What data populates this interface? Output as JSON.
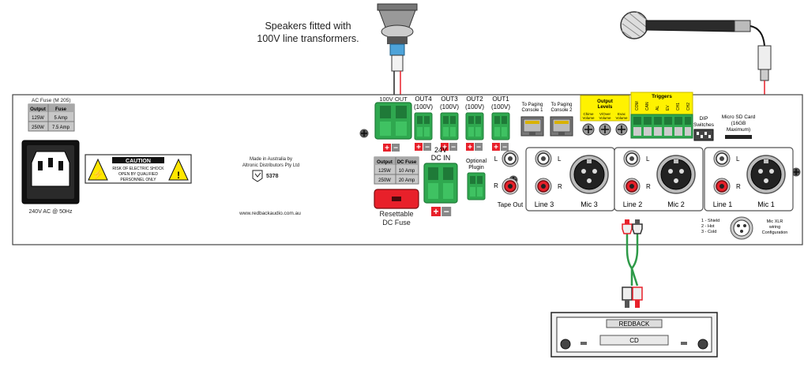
{
  "annotations": {
    "speakers": [
      "Speakers fitted with",
      "100V line transformers."
    ]
  },
  "panel": {
    "fuse_table": {
      "title": "AC Fuse (M 205)",
      "headers": [
        "Output",
        "Fuse"
      ],
      "rows": [
        [
          "125W",
          "5 Amp"
        ],
        [
          "250W",
          "7.5 Amp"
        ]
      ]
    },
    "power_label": "240V AC @ 50Hz",
    "caution": {
      "title": "CAUTION",
      "lines": [
        "RISK OF ELECTRIC SHOCK",
        "OPEN BY QUALIFIED",
        "PERSONNEL ONLY"
      ]
    },
    "maker": [
      "Made in Australia by",
      "Altronic Distributors Pty Ltd"
    ],
    "cert_number": "5378",
    "website": "www.redbackaudio.com.au",
    "out_100v": "100V OUT",
    "outputs": [
      {
        "name": "OUT4",
        "sub": "(100V)"
      },
      {
        "name": "OUT3",
        "sub": "(100V)"
      },
      {
        "name": "OUT2",
        "sub": "(100V)"
      },
      {
        "name": "OUT1",
        "sub": "(100V)"
      }
    ],
    "dc_fuse_table": {
      "headers": [
        "Output",
        "DC Fuse"
      ],
      "rows": [
        [
          "125W",
          "10 Amp"
        ],
        [
          "250W",
          "20 Amp"
        ]
      ]
    },
    "resettable": [
      "Resettable",
      "DC Fuse"
    ],
    "dc_in": [
      "24V",
      "DC IN"
    ],
    "optional_plugin": [
      "Optional",
      "Plugin"
    ],
    "tape_out": "Tape Out",
    "paging": [
      [
        "To Paging",
        "Console 1"
      ],
      [
        "To Paging",
        "Console 2"
      ]
    ],
    "output_levels": {
      "title": [
        "Output",
        "Levels"
      ],
      "knobs": [
        [
          "Chime",
          "Volume"
        ],
        [
          "V/Over",
          "Volume"
        ],
        [
          "Evac",
          "Volume"
        ]
      ]
    },
    "triggers": {
      "title": "Triggers",
      "labels": [
        "COM",
        "CAN",
        "AL",
        "EV",
        "CH1",
        "CH2"
      ]
    },
    "dip_switches": [
      "DIP",
      "Switches"
    ],
    "sd_card": [
      "Micro SD Card",
      "(16GB",
      "Maximum)"
    ],
    "channels": [
      {
        "line": "Line 3",
        "mic": "Mic 3"
      },
      {
        "line": "Line 2",
        "mic": "Mic 2"
      },
      {
        "line": "Line 1",
        "mic": "Mic 1"
      }
    ],
    "lr": [
      "L",
      "R"
    ],
    "xlr_wiring": {
      "pins": [
        "1 - Shield",
        "2 - Hot",
        "3 - Cold"
      ],
      "caption": [
        "Mic XLR",
        "wiring",
        "Configuration"
      ]
    }
  },
  "cd_player": {
    "brand": "REDBACK",
    "tray": "CD"
  },
  "colors": {
    "terminal_green": "#2fa84f",
    "terminal_dark": "#1f7a38",
    "red_button": "#e8202a",
    "wire_red": "#e8202a",
    "wire_green": "#2e9a48",
    "caution_yellow": "#ffe600",
    "levels_yellow": "#fff200"
  }
}
